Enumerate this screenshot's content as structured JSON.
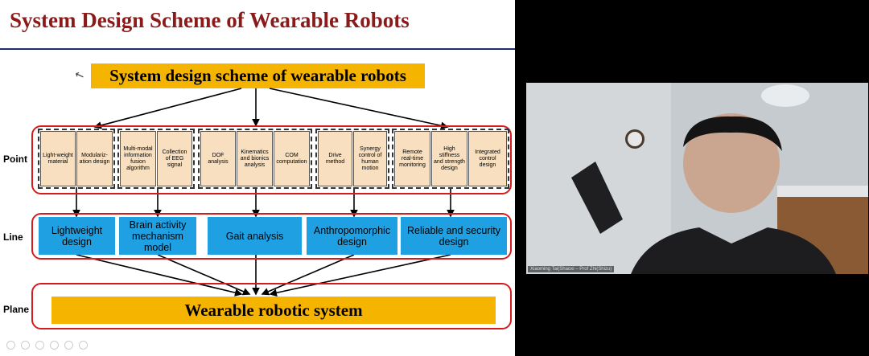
{
  "slide": {
    "title": "System Design Scheme of Wearable Robots",
    "header": "System design scheme of wearable robots",
    "row_labels": {
      "point": "Point",
      "line": "Line",
      "plane": "Plane"
    },
    "point_cells": [
      "Light-weight material",
      "Modulariz-ation design",
      "Multi-modal information fusion algorithm",
      "Collection of EEG signal",
      "DOF analysis",
      "Kinematics and bionics analysis",
      "COM computation",
      "Drive method",
      "Synergy control of human motion",
      "Remote real-time monitoring",
      "High stiffness and strength design",
      "Integrated control design"
    ],
    "line_items": [
      "Lightweight design",
      "Brain activity mechanism model",
      "Gait analysis",
      "Anthropomorphic design",
      "Reliable and security design"
    ],
    "plane": "Wearable robotic system",
    "colors": {
      "title": "#8b1a1a",
      "header_fill": "#f5b400",
      "line_fill": "#1ea0e3",
      "frame": "#d41c1c",
      "cell_fill": "#f7dfbf"
    }
  },
  "video": {
    "participant_name": "Xiaoming Tai(Shaoxi – Prof Zhi(Shizu)"
  }
}
